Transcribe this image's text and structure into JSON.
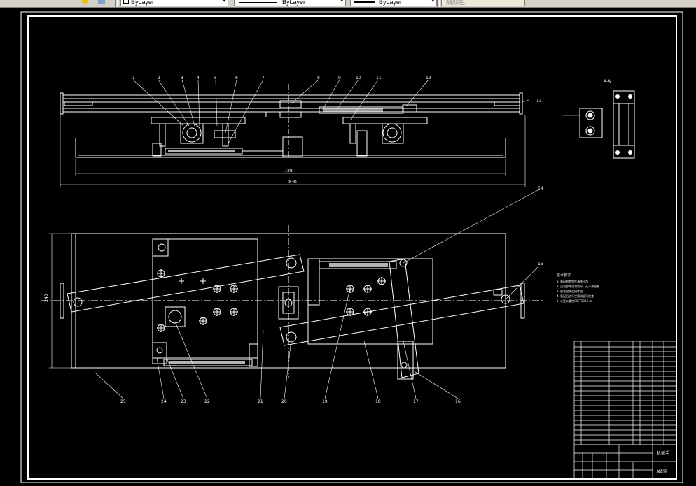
{
  "toolbar": {
    "layer_label": "ByLayer",
    "linetype_label": "ByLayer",
    "lineweight_label": "ByLayer",
    "plotstyle_label": "随颜色"
  },
  "drawing": {
    "section_label": "A-A",
    "dimension_overall_inner": "728",
    "dimension_overall_outer": "830",
    "dimension_plan_height": "240",
    "callouts_top": [
      "1",
      "2",
      "3",
      "4",
      "5",
      "6",
      "7",
      "8",
      "9",
      "10",
      "11",
      "12",
      "13"
    ],
    "callouts_plan_right": [
      "14",
      "15",
      "16",
      "17"
    ],
    "callouts_bottom": [
      "25",
      "24",
      "23",
      "22",
      "21",
      "20",
      "19",
      "18",
      "17",
      "16"
    ],
    "tech_title": "技术要求",
    "tech_notes": [
      "1. 装配前各零件清洗干净",
      "2. 运动部件润滑良好，无卡滞现象",
      "3. 各紧固件连接牢固",
      "4. 装配后进行空载试运行检查",
      "5. 未注公差按GB/T1804-m"
    ],
    "title_block_name": "机械手",
    "title_block_sub": "装配图"
  }
}
